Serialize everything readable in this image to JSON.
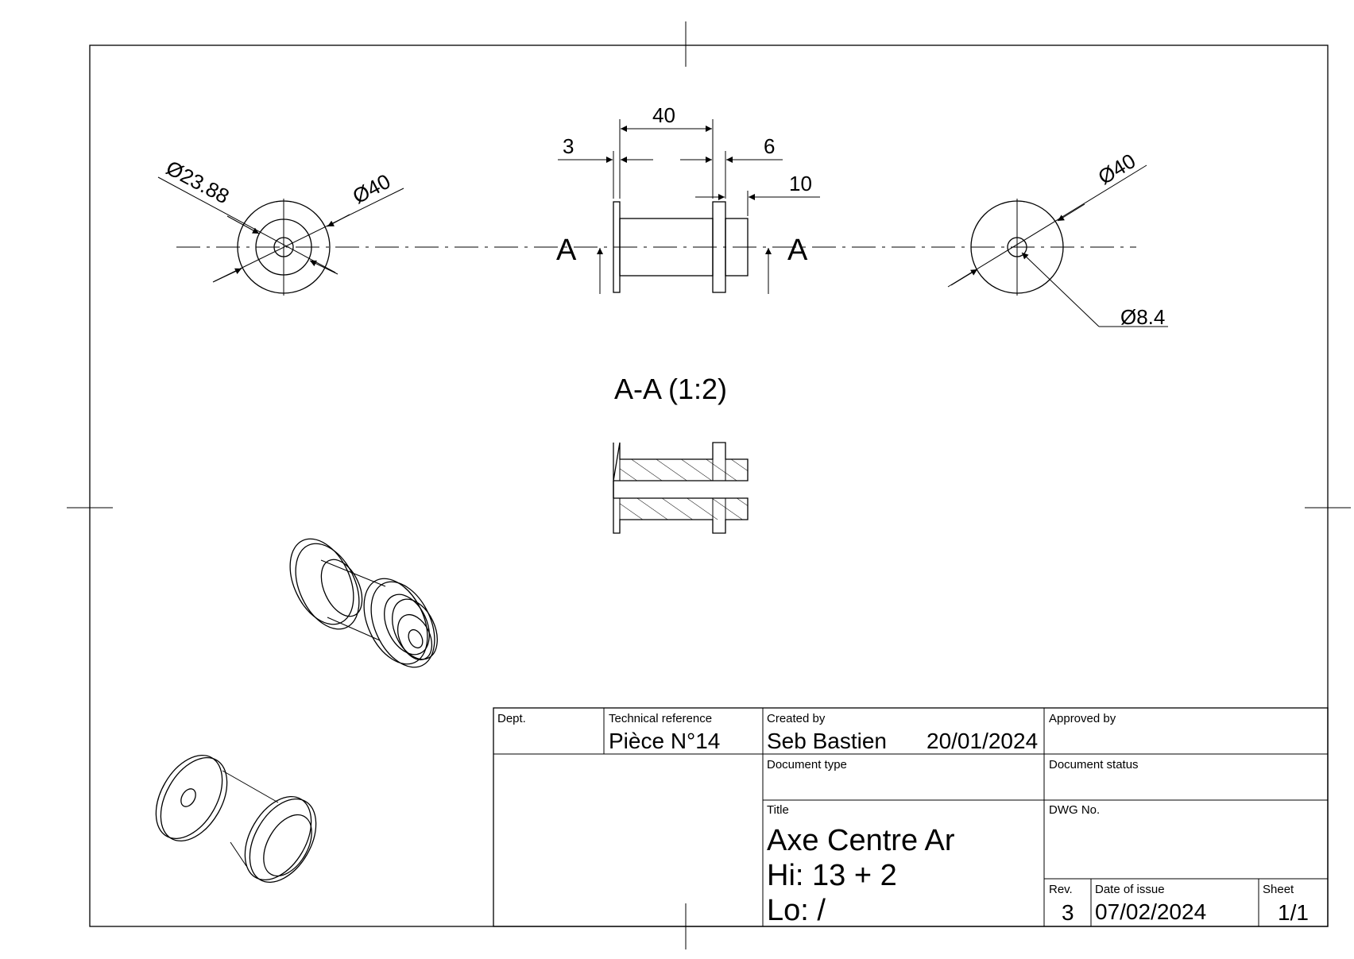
{
  "views": {
    "left_dims": {
      "d1": "Ø23.88",
      "d2": "Ø40"
    },
    "front_dims": {
      "total": "40",
      "left_flange": "3",
      "right_flange": "6",
      "stub": "10"
    },
    "right_dims": {
      "d_outer": "Ø40",
      "d_hole": "Ø8.4"
    },
    "section_letter_left": "A",
    "section_letter_right": "A",
    "section_title": "A-A (1:2)"
  },
  "title_block": {
    "dept_label": "Dept.",
    "dept_value": "",
    "tech_ref_label": "Technical reference",
    "tech_ref_value": "Pièce N°14",
    "created_by_label": "Created by",
    "created_by_value": "Seb Bastien",
    "created_date": "20/01/2024",
    "approved_by_label": "Approved by",
    "approved_by_value": "",
    "doc_type_label": "Document type",
    "doc_type_value": "",
    "doc_status_label": "Document status",
    "doc_status_value": "",
    "title_label": "Title",
    "title_line1": "Axe Centre Ar",
    "title_line2": "Hi: 13 + 2",
    "title_line3": "Lo: /",
    "dwg_label": "DWG No.",
    "dwg_value": "",
    "rev_label": "Rev.",
    "rev_value": "3",
    "date_issue_label": "Date of issue",
    "date_issue_value": "07/02/2024",
    "sheet_label": "Sheet",
    "sheet_value": "1/1"
  }
}
